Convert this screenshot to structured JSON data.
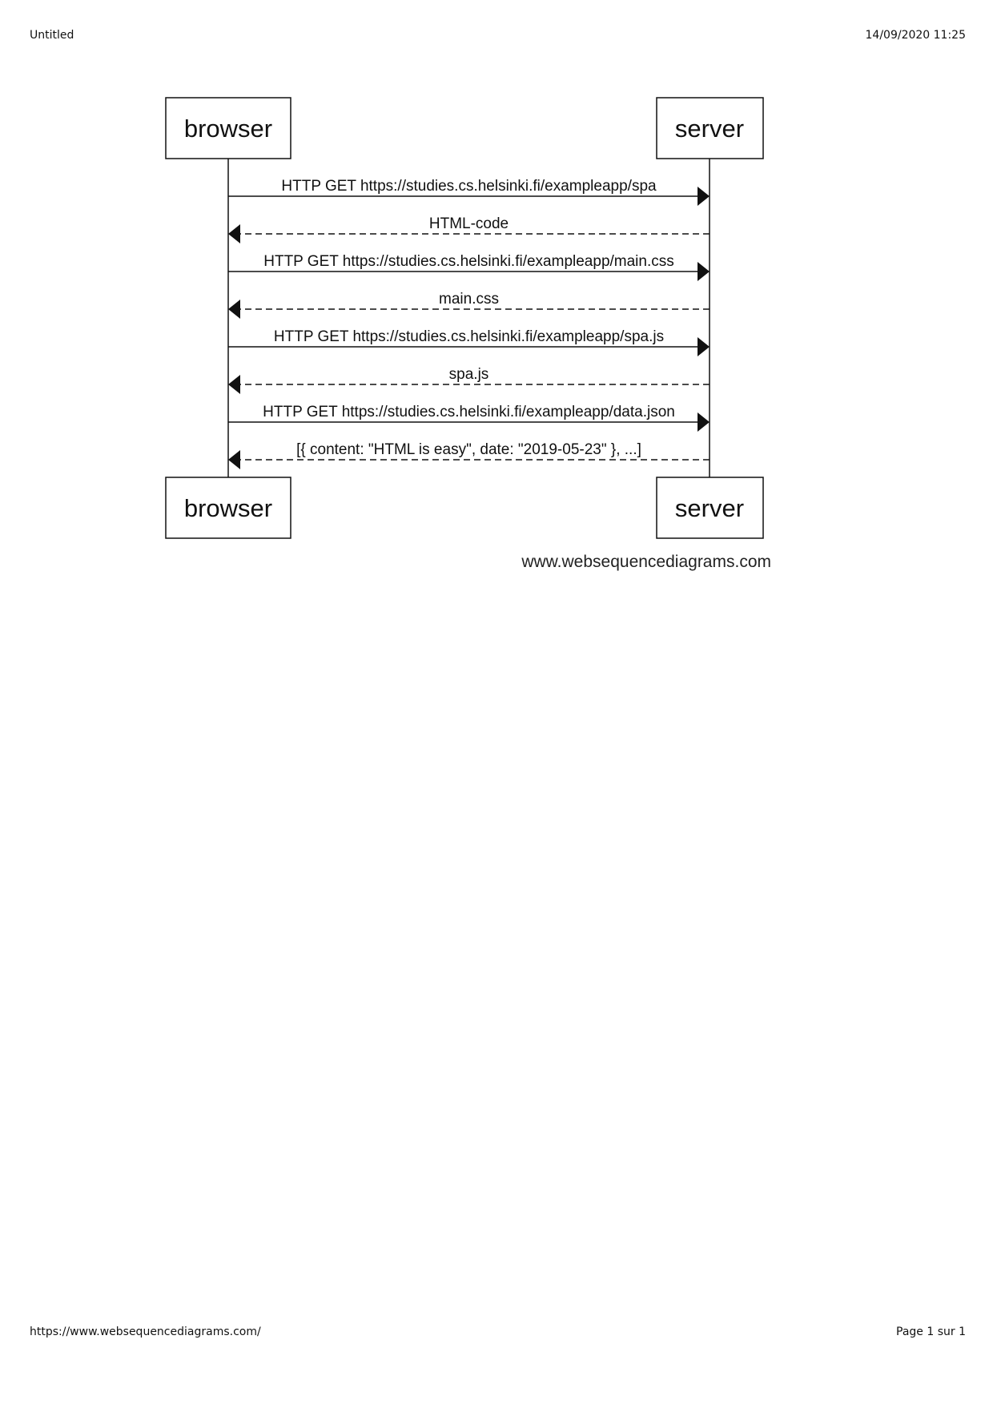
{
  "print": {
    "title": "Untitled",
    "datetime": "14/09/2020 11:25",
    "url": "https://www.websequencediagrams.com/",
    "page": "Page 1 sur 1"
  },
  "diagram": {
    "participants": [
      "browser",
      "server"
    ],
    "messages": [
      {
        "from": "browser",
        "to": "server",
        "style": "solid",
        "label": "HTTP GET https://studies.cs.helsinki.fi/exampleapp/spa"
      },
      {
        "from": "server",
        "to": "browser",
        "style": "dashed",
        "label": "HTML-code"
      },
      {
        "from": "browser",
        "to": "server",
        "style": "solid",
        "label": "HTTP GET https://studies.cs.helsinki.fi/exampleapp/main.css"
      },
      {
        "from": "server",
        "to": "browser",
        "style": "dashed",
        "label": "main.css"
      },
      {
        "from": "browser",
        "to": "server",
        "style": "solid",
        "label": "HTTP GET https://studies.cs.helsinki.fi/exampleapp/spa.js"
      },
      {
        "from": "server",
        "to": "browser",
        "style": "dashed",
        "label": "spa.js"
      },
      {
        "from": "browser",
        "to": "server",
        "style": "solid",
        "label": "HTTP GET https://studies.cs.helsinki.fi/exampleapp/data.json"
      },
      {
        "from": "server",
        "to": "browser",
        "style": "dashed",
        "label": "[{ content: \"HTML is easy\", date: \"2019-05-23\" }, ...]"
      }
    ],
    "watermark": "www.websequencediagrams.com"
  }
}
